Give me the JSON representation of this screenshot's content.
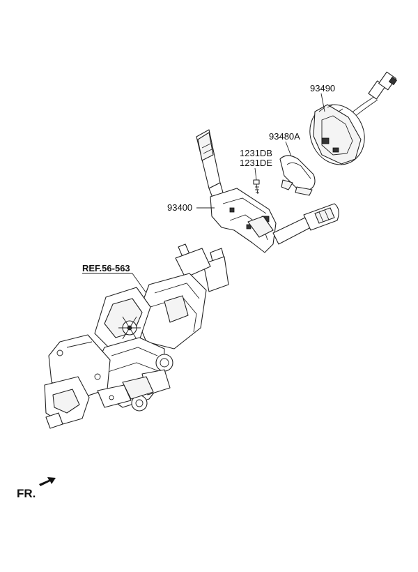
{
  "labels": {
    "clock_spring": "93490",
    "cover": "93480A",
    "screw_a": "1231DB",
    "screw_b": "1231DE",
    "switch_assembly": "93400",
    "ref": "REF.56-563",
    "front": "FR."
  }
}
